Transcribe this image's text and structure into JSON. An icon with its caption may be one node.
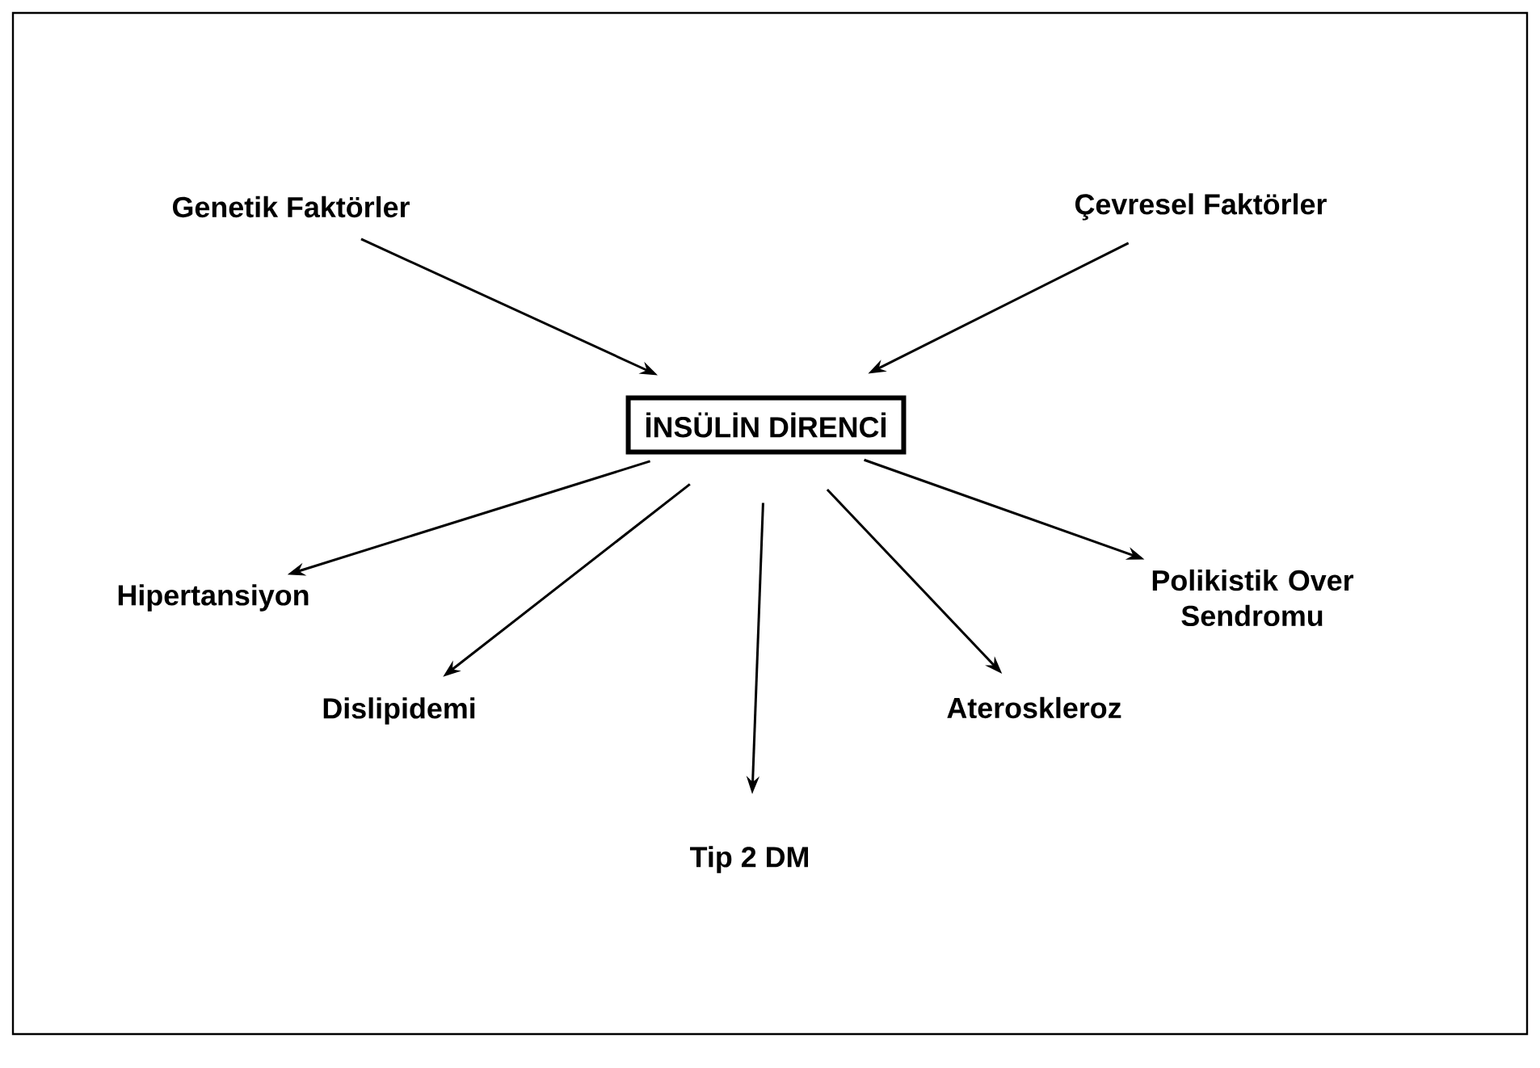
{
  "diagram": {
    "nodes": [
      {
        "text": [
          "Genetik Faktörler"
        ]
      },
      {
        "text": [
          "Çevresel Faktörler"
        ]
      },
      {
        "text": [
          "İNSÜLİN DİRENCİ"
        ]
      },
      {
        "text": [
          "Hipertansiyon"
        ]
      },
      {
        "text": [
          "Polikistik Over Sendromu"
        ]
      },
      {
        "text": [
          "Dislipidemi"
        ]
      },
      {
        "text": [
          "Ateroskleroz"
        ]
      },
      {
        "text": [
          "Tip 2 DM"
        ]
      }
    ],
    "edges": [
      {
        "from": 0,
        "to": 2,
        "arrow": "to"
      },
      {
        "from": 1,
        "to": 2,
        "arrow": "to"
      },
      {
        "from": 2,
        "to": 3,
        "arrow": "to"
      },
      {
        "from": 2,
        "to": 4,
        "arrow": "to"
      },
      {
        "from": 2,
        "to": 5,
        "arrow": "to"
      },
      {
        "from": 2,
        "to": 6,
        "arrow": "to"
      },
      {
        "from": 2,
        "to": 7,
        "arrow": "to"
      }
    ]
  }
}
